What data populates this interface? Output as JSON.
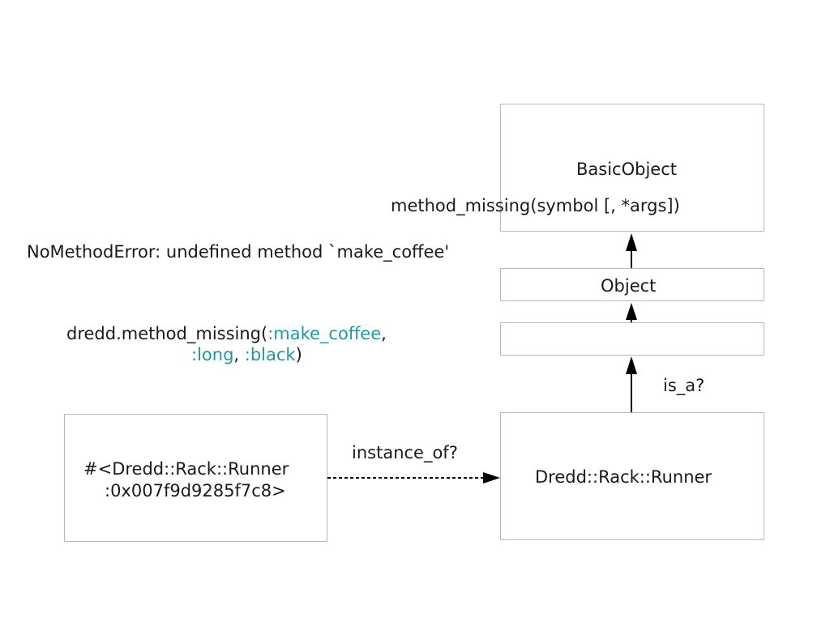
{
  "diagram": {
    "basic_object": {
      "title": "BasicObject",
      "method": "method_missing(symbol [, *args])"
    },
    "object": {
      "title": "Object"
    },
    "runner_class": {
      "title": "Dredd::Rack::Runner"
    },
    "instance": {
      "line1": "#<Dredd::Rack::Runner",
      "line2": ":0x007f9d9285f7c8>"
    },
    "labels": {
      "is_a": "is_a?",
      "instance_of": "instance_of?"
    },
    "error_message": "NoMethodError: undefined method `make_coffee'",
    "call": {
      "prefix": "dredd.method_missing(",
      "arg1": ":make_coffee",
      "sep1": ",",
      "arg2": ":long",
      "sep2": ", ",
      "arg3": ":black",
      "suffix": ")"
    },
    "colors": {
      "symbol": "#1e9aa0",
      "box_border": "#b9b9b9",
      "arrow": "#000000"
    }
  }
}
